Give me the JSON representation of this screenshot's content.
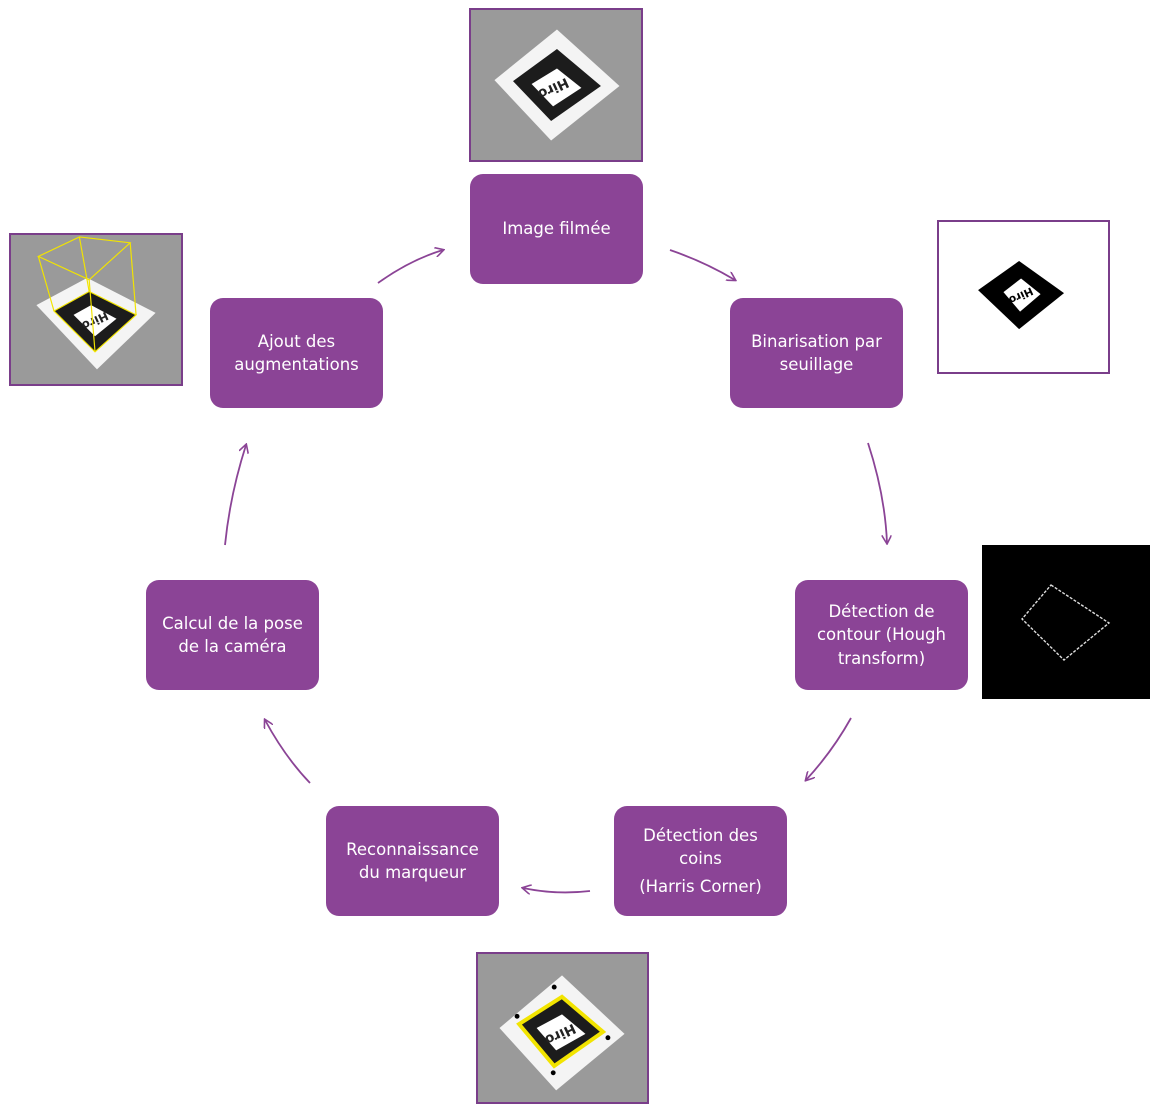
{
  "colors": {
    "node_fill": "#8B4496",
    "node_text": "#ffffff",
    "arrow": "#8B4496",
    "thumb_border": "#7A3E8A",
    "photo_gray": "#9a9a9a",
    "marker_black": "#1c1c1c",
    "highlight_yellow": "#f2e400"
  },
  "marker_text": "Hiro",
  "nodes": {
    "image_filmee": {
      "lines": [
        "Image filmée"
      ]
    },
    "binarisation": {
      "lines": [
        "Binarisation par",
        "seuillage"
      ]
    },
    "detection_contour": {
      "lines": [
        "Détection de",
        "contour (Hough",
        "transform)"
      ]
    },
    "detection_coins": {
      "lines": [
        "Détection des",
        "coins"
      ],
      "extra": "(Harris Corner)"
    },
    "reconnaissance": {
      "lines": [
        "Reconnaissance",
        "du marqueur"
      ]
    },
    "calcul_pose": {
      "lines": [
        "Calcul de la pose",
        "de la caméra"
      ]
    },
    "ajout_augmentations": {
      "lines": [
        "Ajout des",
        "augmentations"
      ]
    }
  },
  "thumbnails": {
    "original_photo": {
      "icon": "camera-photo-of-hiro-marker"
    },
    "binarized": {
      "icon": "binarized-marker-image"
    },
    "contour": {
      "icon": "edge-contour-image"
    },
    "corners": {
      "icon": "marker-with-yellow-corner-outline"
    },
    "augmented": {
      "icon": "marker-with-yellow-wireframe-cube"
    }
  }
}
